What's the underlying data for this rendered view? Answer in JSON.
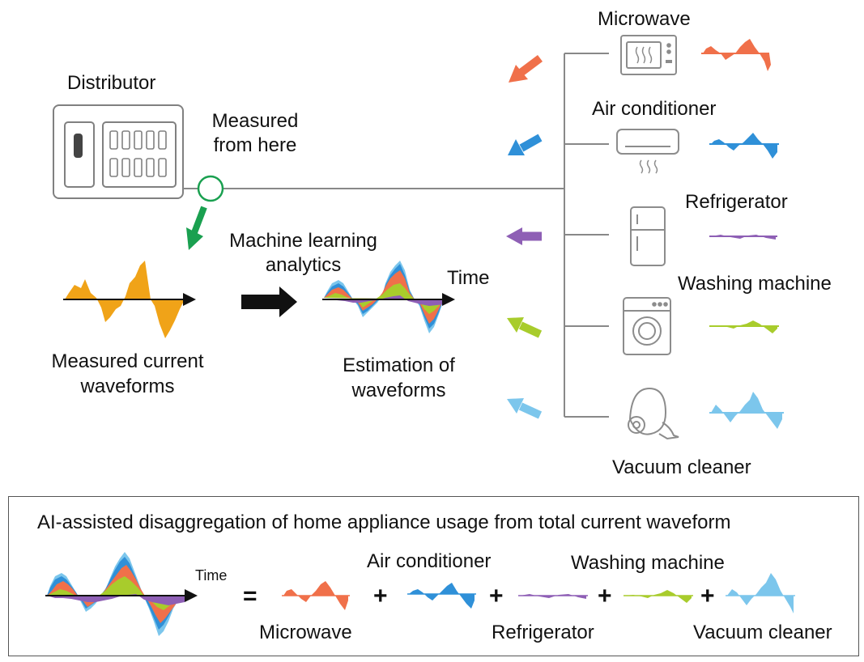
{
  "distributor": {
    "label": "Distributor",
    "measure_note": [
      "Measured",
      "from here"
    ]
  },
  "measured": {
    "label": [
      "Measured current",
      "waveforms"
    ]
  },
  "analytics": {
    "label": [
      "Machine learning",
      "analytics"
    ]
  },
  "estimation": {
    "label": [
      "Estimation of",
      "waveforms"
    ],
    "axis_label": "Time"
  },
  "appliances": [
    {
      "name": "Microwave",
      "color": "#f0704a",
      "icon": "microwave-icon"
    },
    {
      "name": "Air conditioner",
      "color": "#2f90d8",
      "icon": "air-conditioner-icon"
    },
    {
      "name": "Refrigerator",
      "color": "#8e5fb5",
      "icon": "refrigerator-icon"
    },
    {
      "name": "Washing machine",
      "color": "#a8cc2c",
      "icon": "washing-machine-icon"
    },
    {
      "name": "Vacuum cleaner",
      "color": "#7cc6ec",
      "icon": "vacuum-cleaner-icon"
    }
  ],
  "summary": {
    "title": "AI-assisted disaggregation of home appliance usage from total current waveform",
    "axis_label": "Time",
    "equals": "=",
    "plus": "+",
    "terms": [
      "Microwave",
      "Air conditioner",
      "Refrigerator",
      "Washing machine",
      "Vacuum cleaner"
    ]
  },
  "colors": {
    "measured_waveform": "#f0a318",
    "measure_point": "#1aa050",
    "down_arrow": "#1aa050",
    "main_arrow": "#111111",
    "wire": "#888888"
  }
}
